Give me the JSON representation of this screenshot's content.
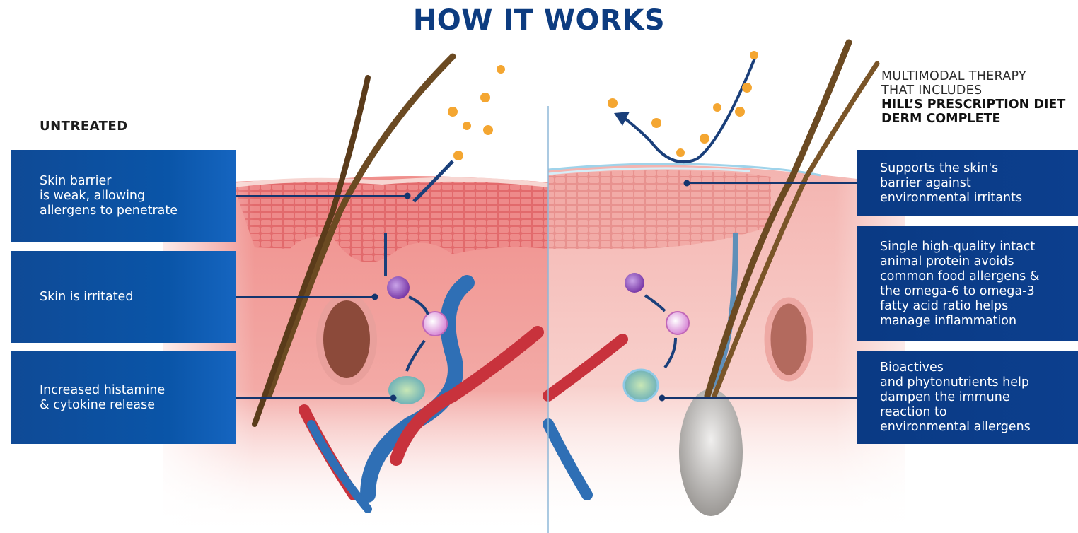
{
  "title": "HOW IT WORKS",
  "left_panel": {
    "heading": "UNTREATED",
    "callouts": [
      {
        "text": "Skin barrier\nis weak, allowing\nallergens to penetrate"
      },
      {
        "text": "Skin is irritated"
      },
      {
        "text": "Increased histamine\n& cytokine release"
      }
    ]
  },
  "right_panel": {
    "heading_lines": [
      "MULTIMODAL THERAPY",
      "THAT INCLUDES"
    ],
    "heading_bold_lines": [
      "HILL’S PRESCRIPTION DIET",
      "DERM COMPLETE"
    ],
    "callouts": [
      {
        "text": "Supports the skin's\nbarrier against\nenvironmental irritants"
      },
      {
        "text": "Single high-quality intact\nanimal protein avoids\ncommon food allergens &\nthe omega-6 to omega-3\nfatty acid ratio helps\nmanage inflammation"
      },
      {
        "text": "Bioactives\nand phytonutrients help\ndampen the immune\nreaction to\nenvironmental allergens"
      }
    ]
  },
  "colors": {
    "title": "#0d3c80",
    "callout_left": "#0a55a8",
    "callout_right": "#0c3f8e",
    "leader_line": "#14356e",
    "skin": "#f2a7a4",
    "epidermis": "#e58886",
    "vein": "#2f6fb5",
    "artery": "#c8323c",
    "allergen": "#f4a631",
    "hair": "#6b4a22"
  },
  "icons": [
    "allergen-particle-icon",
    "immune-cell-icon",
    "mast-cell-icon",
    "hair-follicle-icon"
  ]
}
